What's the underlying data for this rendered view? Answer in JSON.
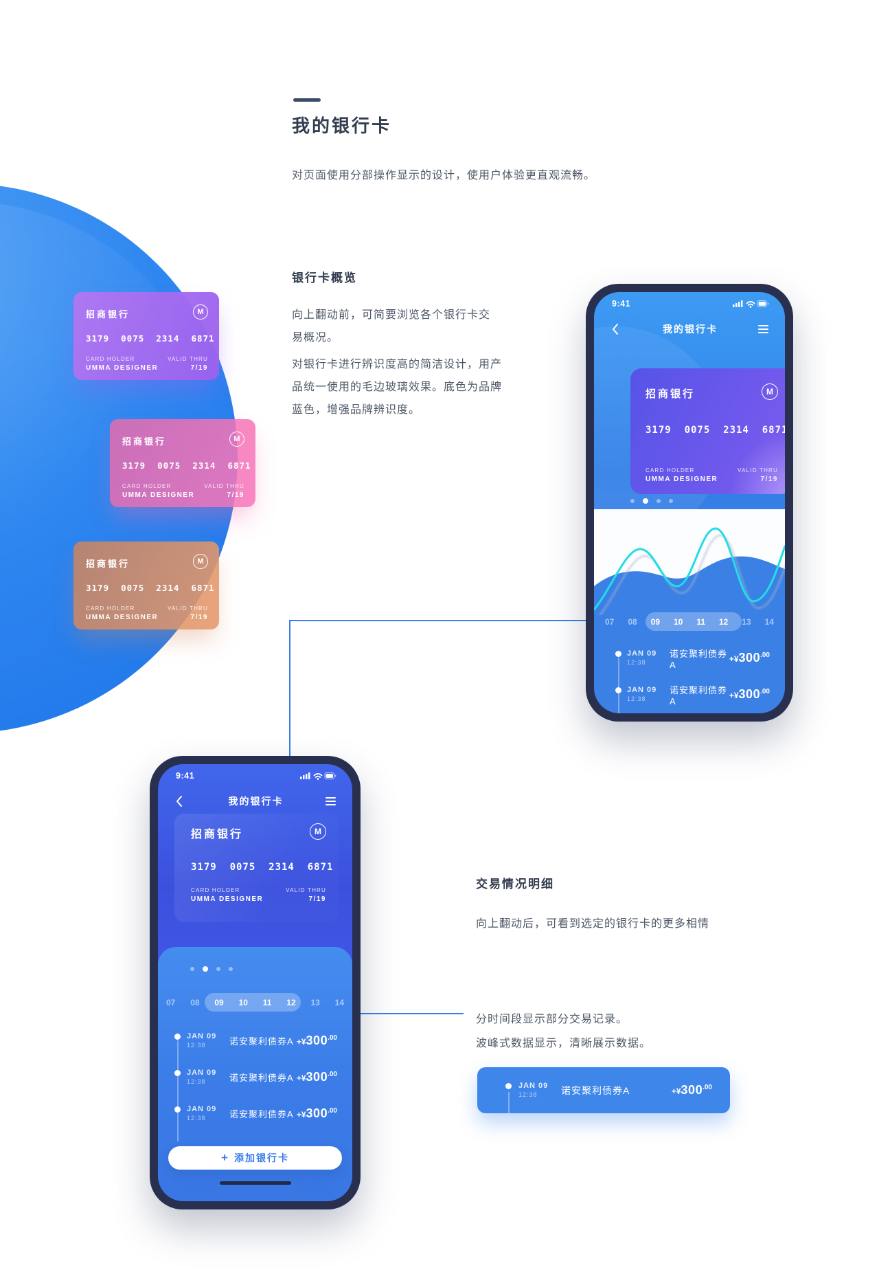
{
  "intro": {
    "title": "我的银行卡",
    "subtitle": "对页面使用分部操作显示的设计，使用户体验更直观流畅。"
  },
  "overview": {
    "heading": "银行卡概览",
    "para1_lines": [
      "向上翻动前，可简要浏览各个银行卡交",
      "易概况。"
    ],
    "para2_lines": [
      "对银行卡进行辨识度高的简洁设计，用产",
      "品统一使用的毛边玻璃效果。底色为品牌",
      "蓝色，增强品牌辨识度。"
    ]
  },
  "detail": {
    "heading": "交易情况明细",
    "para1": "向上翻动后，可看到选定的银行卡的更多相情",
    "para2_lines": [
      "分时间段显示部分交易记录。",
      "波峰式数据显示，清晰展示数据。"
    ]
  },
  "card": {
    "bank": "招商银行",
    "logo_letter": "M",
    "number": "3179  0075  2314  6871",
    "holder_label": "CARD HOLDER",
    "holder": "UMMA DESIGNER",
    "valid_label": "VALID THRU",
    "valid": "7/19"
  },
  "phone": {
    "status_time": "9:41",
    "nav_title": "我的银行卡"
  },
  "timeline": {
    "hours": [
      "07",
      "08",
      "09",
      "10",
      "11",
      "12",
      "13",
      "14"
    ],
    "selected": [
      "09",
      "10",
      "11",
      "12"
    ]
  },
  "txn": {
    "date": "JAN 09",
    "time": "12:38",
    "name": "诺安聚利债券A",
    "currency": "+¥",
    "amount": "300",
    "cents": ".00"
  },
  "actions": {
    "add_card": "添加银行卡",
    "plus": "+"
  },
  "colors": {
    "brand_blue": "#2f7fe8",
    "royal_blue": "#3d55e2",
    "sky_blue": "#3f86ea",
    "cyan_line": "#22dce8",
    "purple_card": "#a46ef0",
    "pink_card": "#f06fb0",
    "orange_card": "#d8885c",
    "phone_frame": "#29304f",
    "text_dark": "#333d4e",
    "text_body": "#4e5867"
  }
}
